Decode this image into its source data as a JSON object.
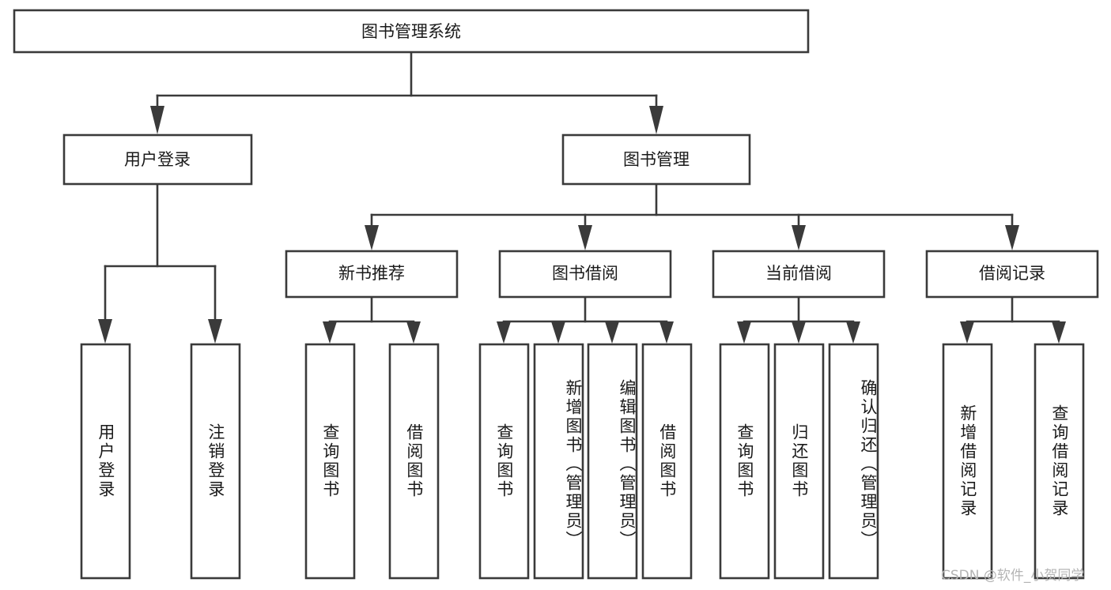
{
  "diagram": {
    "type": "tree",
    "title": "图书管理系统",
    "orientation": "top-down",
    "levels": 4,
    "colors": {
      "background": "#ffffff",
      "box_fill": "#ffffff",
      "box_stroke": "#3a3a3a",
      "text": "#1a1a1a",
      "watermark": "#b4b4b4"
    },
    "root": {
      "label": "图书管理系统"
    },
    "level2": [
      {
        "label": "用户登录"
      },
      {
        "label": "图书管理"
      }
    ],
    "level3": [
      {
        "label": "新书推荐"
      },
      {
        "label": "图书借阅"
      },
      {
        "label": "当前借阅"
      },
      {
        "label": "借阅记录"
      }
    ],
    "leaves": {
      "user_login": [
        {
          "label": "用户登录"
        },
        {
          "label": "注销登录"
        }
      ],
      "new_book_recommend": [
        {
          "label": "查询图书"
        },
        {
          "label": "借阅图书"
        }
      ],
      "book_borrow": [
        {
          "label": "查询图书"
        },
        {
          "label": "新增图书（管理员）"
        },
        {
          "label": "编辑图书（管理员）"
        },
        {
          "label": "借阅图书"
        }
      ],
      "current_borrow": [
        {
          "label": "查询图书"
        },
        {
          "label": "归还图书"
        },
        {
          "label": "确认归还（管理员）"
        }
      ],
      "borrow_record": [
        {
          "label": "新增借阅记录"
        },
        {
          "label": "查询借阅记录"
        }
      ]
    },
    "watermark": "CSDN @软件_小贺同学"
  }
}
